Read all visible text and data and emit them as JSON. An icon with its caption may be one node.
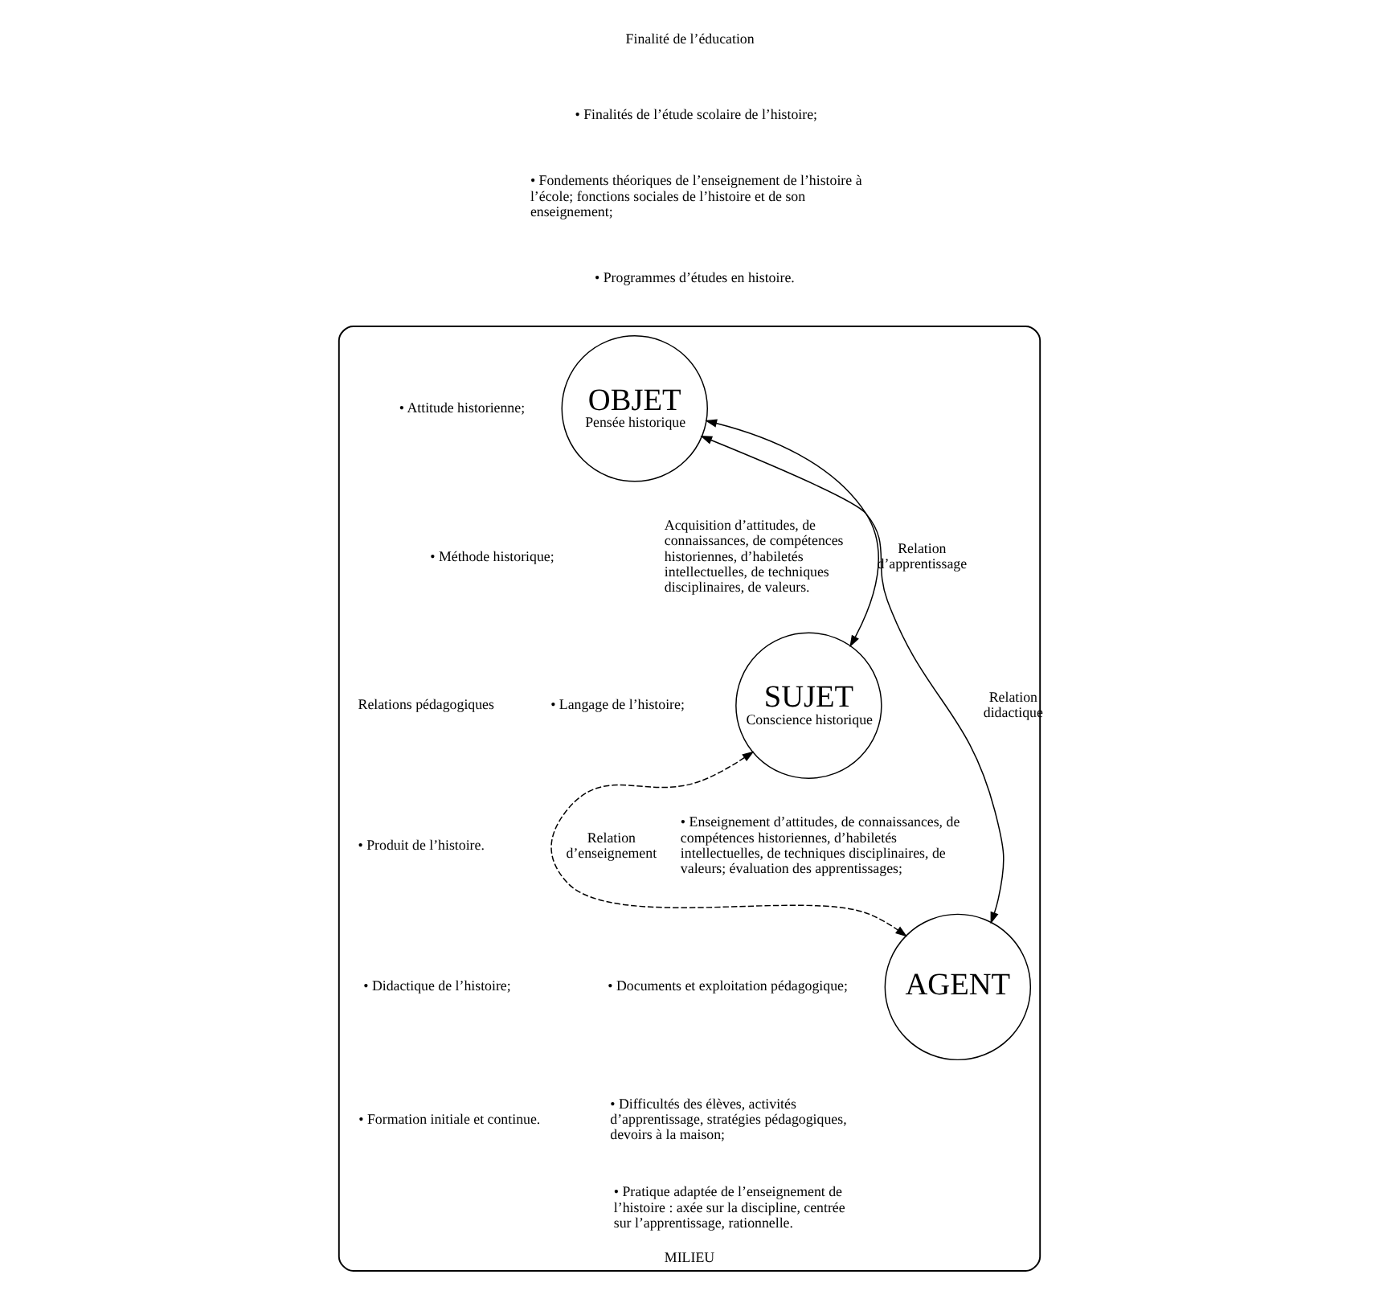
{
  "diagram": {
    "nodes": [
      {
        "text": [
          "MILIEU"
        ]
      },
      {
        "text": [
          "OBJET",
          "Pensée historique"
        ],
        "in": 0
      },
      {
        "text": [
          "SUJET",
          "Conscience historique"
        ],
        "in": 0
      },
      {
        "text": [
          "AGENT"
        ],
        "in": 0
      }
    ],
    "edges": [
      {
        "from": 2,
        "to": 1,
        "arrow": "both",
        "label": "Relation d’apprentissage"
      },
      {
        "from": 1,
        "to": 3,
        "arrow": "both",
        "label": "Relation didactique"
      },
      {
        "from": 2,
        "to": 3,
        "arrow": "both",
        "label": "Relation d’enseignement",
        "style": "dashed"
      }
    ],
    "labels": [
      "Finalité de l’éducation",
      "• Finalités de l’étude scolaire de l’histoire;",
      "• Fondements théoriques de l’enseignement de l’histoire à l’école; fonctions sociales de l’histoire et de son enseignement;",
      "• Programmes d’études en histoire.",
      "• Attitude historienne;",
      "• Méthode historique;",
      "• Langage de l’histoire;",
      "• Produit de l’histoire.",
      "Acquisition d’attitudes, de connaissances, de compétences historiennes, d’habiletés intellectuelles, de techniques disciplinaires, de valeurs.",
      "Relations pédagogiques",
      "• Enseignement d’attitudes, de connaissances, de compétences historiennes, d’habiletés intellectuelles, de techniques disciplinaires, de valeurs; évaluation des apprentissages;",
      "• Didactique de l’histoire;",
      "• Formation initiale et continue.",
      "• Documents et exploitation pédagogique;",
      "• Difficultés des élèves, activités d’apprentissage, stratégies pédagogiques, devoirs à la maison;",
      "• Pratique adaptée de l’enseignement de l’histoire : axée sur la discipline, centrée sur l’apprentissage, rationnelle."
    ]
  }
}
